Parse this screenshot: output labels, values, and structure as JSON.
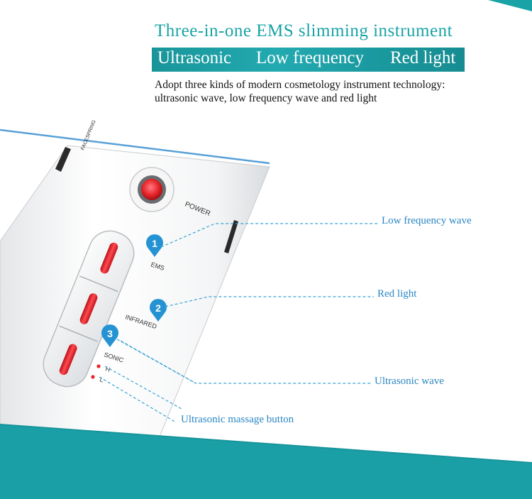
{
  "header": {
    "title": "Three-in-one  EMS slimming instrument",
    "banner": [
      "Ultrasonic",
      "Low frequency",
      "Red light"
    ],
    "description": [
      "Adopt three kinds of modern cosmetology instrument technology:",
      "ultrasonic wave, low frequency wave and red light"
    ]
  },
  "device": {
    "power_label": "POWER",
    "modes": [
      {
        "number": "1",
        "label": "EMS"
      },
      {
        "number": "2",
        "label": "INFRARED"
      },
      {
        "number": "3",
        "label": "SONIC"
      }
    ],
    "levels": [
      "H",
      "L"
    ],
    "side_text": "FACESPRING"
  },
  "callouts": {
    "low_frequency": "Low frequency wave",
    "red_light": "Red light",
    "ultrasonic": "Ultrasonic wave",
    "massage_button": "Ultrasonic massage button"
  },
  "colors": {
    "teal": "#1aa3a6",
    "badge_blue": "#2593d3",
    "led_red": "#e8262b"
  }
}
